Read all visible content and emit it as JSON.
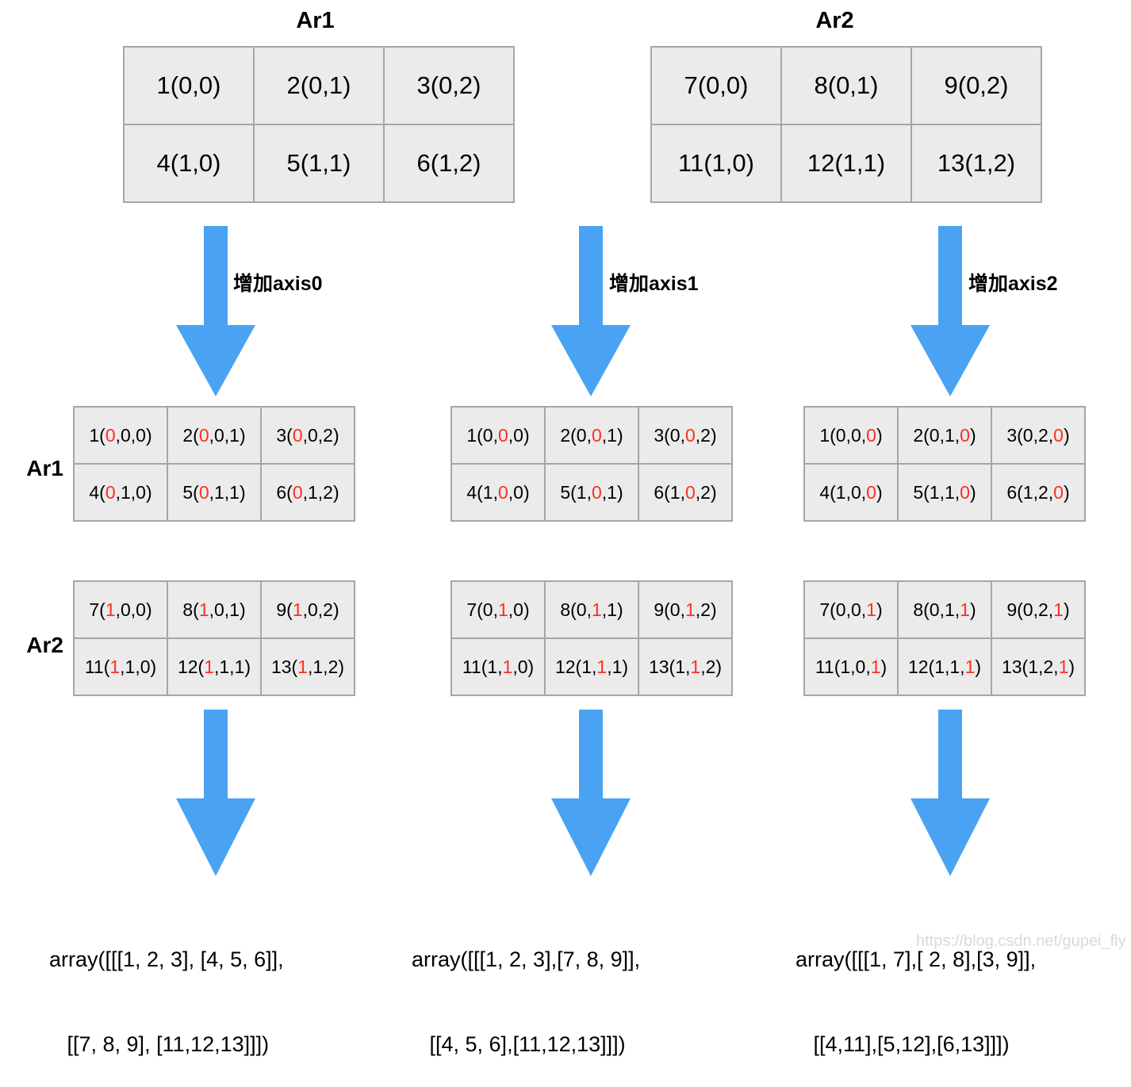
{
  "colors": {
    "arrow_blue": "#4aa3f2",
    "cell_fill": "#ebebeb",
    "cell_border": "#a6a6a6",
    "highlight_red": "#ff2f20"
  },
  "top": {
    "ar1_title": "Ar1",
    "ar2_title": "Ar2",
    "ar1_rows": [
      [
        "1(0,0)",
        "2(0,1)",
        "3(0,2)"
      ],
      [
        "4(1,0)",
        "5(1,1)",
        "6(1,2)"
      ]
    ],
    "ar2_rows": [
      [
        "7(0,0)",
        "8(0,1)",
        "9(0,2)"
      ],
      [
        "11(1,0)",
        "12(1,1)",
        "13(1,2)"
      ]
    ]
  },
  "row_labels": {
    "ar1": "Ar1",
    "ar2": "Ar2"
  },
  "columns": [
    {
      "arrow_label": "增加axis0",
      "ar1_rows": [
        [
          {
            "pre": "1(",
            "hl": "0",
            "post": ",0,0)"
          },
          {
            "pre": "2(",
            "hl": "0",
            "post": ",0,1)"
          },
          {
            "pre": "3(",
            "hl": "0",
            "post": ",0,2)"
          }
        ],
        [
          {
            "pre": "4(",
            "hl": "0",
            "post": ",1,0)"
          },
          {
            "pre": "5(",
            "hl": "0",
            "post": ",1,1)"
          },
          {
            "pre": "6(",
            "hl": "0",
            "post": ",1,2)"
          }
        ]
      ],
      "ar2_rows": [
        [
          {
            "pre": "7(",
            "hl": "1",
            "post": ",0,0)"
          },
          {
            "pre": "8(",
            "hl": "1",
            "post": ",0,1)"
          },
          {
            "pre": "9(",
            "hl": "1",
            "post": ",0,2)"
          }
        ],
        [
          {
            "pre": "11(",
            "hl": "1",
            "post": ",1,0)"
          },
          {
            "pre": "12(",
            "hl": "1",
            "post": ",1,1)"
          },
          {
            "pre": "13(",
            "hl": "1",
            "post": ",1,2)"
          }
        ]
      ],
      "output_line1": "array([[[1, 2, 3], [4, 5, 6]],",
      "output_line2": "   [[7, 8, 9], [11,12,13]]])"
    },
    {
      "arrow_label": "增加axis1",
      "ar1_rows": [
        [
          {
            "pre": "1(0,",
            "hl": "0",
            "post": ",0)"
          },
          {
            "pre": "2(0,",
            "hl": "0",
            "post": ",1)"
          },
          {
            "pre": "3(0,",
            "hl": "0",
            "post": ",2)"
          }
        ],
        [
          {
            "pre": "4(1,",
            "hl": "0",
            "post": ",0)"
          },
          {
            "pre": "5(1,",
            "hl": "0",
            "post": ",1)"
          },
          {
            "pre": "6(1,",
            "hl": "0",
            "post": ",2)"
          }
        ]
      ],
      "ar2_rows": [
        [
          {
            "pre": "7(0,",
            "hl": "1",
            "post": ",0)"
          },
          {
            "pre": "8(0,",
            "hl": "1",
            "post": ",1)"
          },
          {
            "pre": "9(0,",
            "hl": "1",
            "post": ",2)"
          }
        ],
        [
          {
            "pre": "11(1,",
            "hl": "1",
            "post": ",0)"
          },
          {
            "pre": "12(1,",
            "hl": "1",
            "post": ",1)"
          },
          {
            "pre": "13(1,",
            "hl": "1",
            "post": ",2)"
          }
        ]
      ],
      "output_line1": "array([[[1, 2, 3],[7, 8, 9]],",
      "output_line2": "   [[4, 5, 6],[11,12,13]]])"
    },
    {
      "arrow_label": "增加axis2",
      "ar1_rows": [
        [
          {
            "pre": "1(0,0,",
            "hl": "0",
            "post": ")"
          },
          {
            "pre": "2(0,1,",
            "hl": "0",
            "post": ")"
          },
          {
            "pre": "3(0,2,",
            "hl": "0",
            "post": ")"
          }
        ],
        [
          {
            "pre": "4(1,0,",
            "hl": "0",
            "post": ")"
          },
          {
            "pre": "5(1,1,",
            "hl": "0",
            "post": ")"
          },
          {
            "pre": "6(1,2,",
            "hl": "0",
            "post": ")"
          }
        ]
      ],
      "ar2_rows": [
        [
          {
            "pre": "7(0,0,",
            "hl": "1",
            "post": ")"
          },
          {
            "pre": "8(0,1,",
            "hl": "1",
            "post": ")"
          },
          {
            "pre": "9(0,2,",
            "hl": "1",
            "post": ")"
          }
        ],
        [
          {
            "pre": "11(1,0,",
            "hl": "1",
            "post": ")"
          },
          {
            "pre": "12(1,1,",
            "hl": "1",
            "post": ")"
          },
          {
            "pre": "13(1,2,",
            "hl": "1",
            "post": ")"
          }
        ]
      ],
      "output_line1": "array([[[1, 7],[ 2, 8],[3, 9]],",
      "output_line2": "   [[4,11],[5,12],[6,13]]])"
    }
  ],
  "watermark": "https://blog.csdn.net/gupei_fly"
}
